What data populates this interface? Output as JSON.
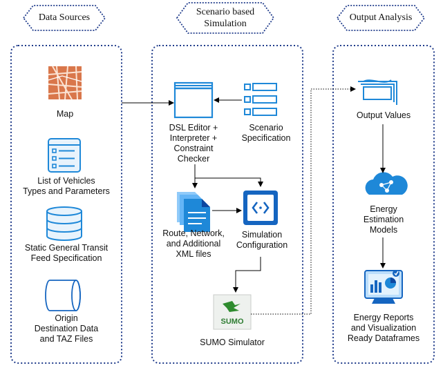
{
  "headers": {
    "data_sources": "Data Sources",
    "scenario": "Scenario based\nSimulation",
    "output": "Output Analysis"
  },
  "data_sources": {
    "map": "Map",
    "vehicles": "List of Vehicles\nTypes and Parameters",
    "gtfs": "Static General Transit\nFeed Specification",
    "origin": "Origin\nDestination Data\nand TAZ Files"
  },
  "simulation": {
    "dsl_editor": "DSL Editor +\nInterpreter +\nConstraint\nChecker",
    "scenario_spec": "Scenario\nSpecification",
    "route_files": "Route, Network,\nand Additional\nXML files",
    "sim_config": "Simulation\nConfiguration",
    "sumo": "SUMO Simulator",
    "sumo_logo_text": "SUMO"
  },
  "output": {
    "values": "Output Values",
    "models": "Energy\nEstimation\nModels",
    "reports": "Energy Reports\nand Visualization\nReady Dataframes"
  },
  "colors": {
    "accent": "#1e88d8",
    "accent_dark": "#1565c0",
    "border": "#1e3a8a",
    "map": "#d9774b",
    "sumo_green": "#2e8b2e"
  }
}
